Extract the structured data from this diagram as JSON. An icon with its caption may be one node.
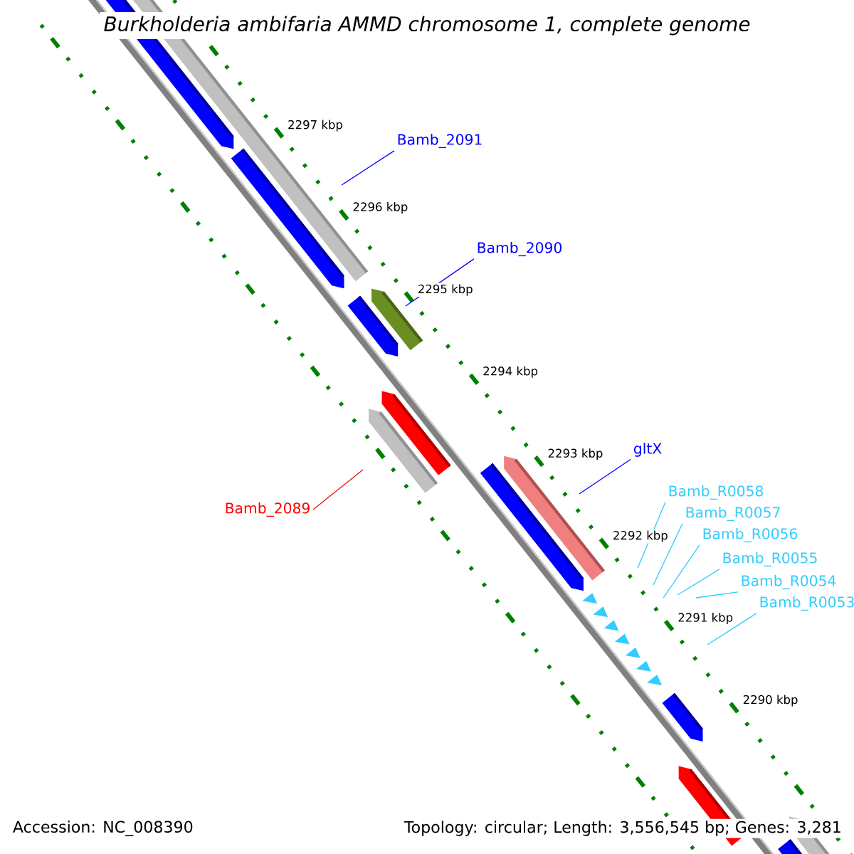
{
  "diagram": {
    "title": "*Burkholderia ambifaria* AMMD chromosome 1, complete genome",
    "nodes": [
      {
        "text": [
          "Bamb_2091"
        ]
      },
      {
        "text": [
          "Bamb_2090"
        ]
      },
      {
        "text": [
          "Bamb_2089"
        ]
      },
      {
        "text": [
          "gltX"
        ]
      },
      {
        "text": [
          "Bamb_R0058"
        ]
      },
      {
        "text": [
          "Bamb_R0057"
        ]
      },
      {
        "text": [
          "Bamb_R0056"
        ]
      },
      {
        "text": [
          "Bamb_R0055"
        ]
      },
      {
        "text": [
          "Bamb_R0054"
        ]
      },
      {
        "text": [
          "Bamb_R0053"
        ]
      }
    ],
    "edges": [
      {
        "from": 0,
        "to": null,
        "arrow": "none",
        "color": "#0000ff"
      },
      {
        "from": 1,
        "to": null,
        "arrow": "none",
        "color": "#0000ff"
      },
      {
        "from": 2,
        "to": null,
        "arrow": "none",
        "color": "#ff0000"
      },
      {
        "from": 3,
        "to": null,
        "arrow": "none",
        "color": "#0000ff"
      },
      {
        "from": 4,
        "to": null,
        "arrow": "none"
      },
      {
        "from": 5,
        "to": null,
        "arrow": "none"
      },
      {
        "from": 6,
        "to": null,
        "arrow": "none"
      },
      {
        "from": 7,
        "to": null,
        "arrow": "none"
      },
      {
        "from": 8,
        "to": null,
        "arrow": "none"
      },
      {
        "from": 9,
        "to": null,
        "arrow": "none"
      }
    ],
    "labels": [
      "2297 kbp",
      "2296 kbp",
      "2295 kbp",
      "2294 kbp",
      "2293 kbp",
      "2292 kbp",
      "2291 kbp",
      "2290 kbp",
      "Accession: NC_008390",
      "Topology: circular; Length: 3,556,545 bp; Genes: 3,281"
    ]
  }
}
